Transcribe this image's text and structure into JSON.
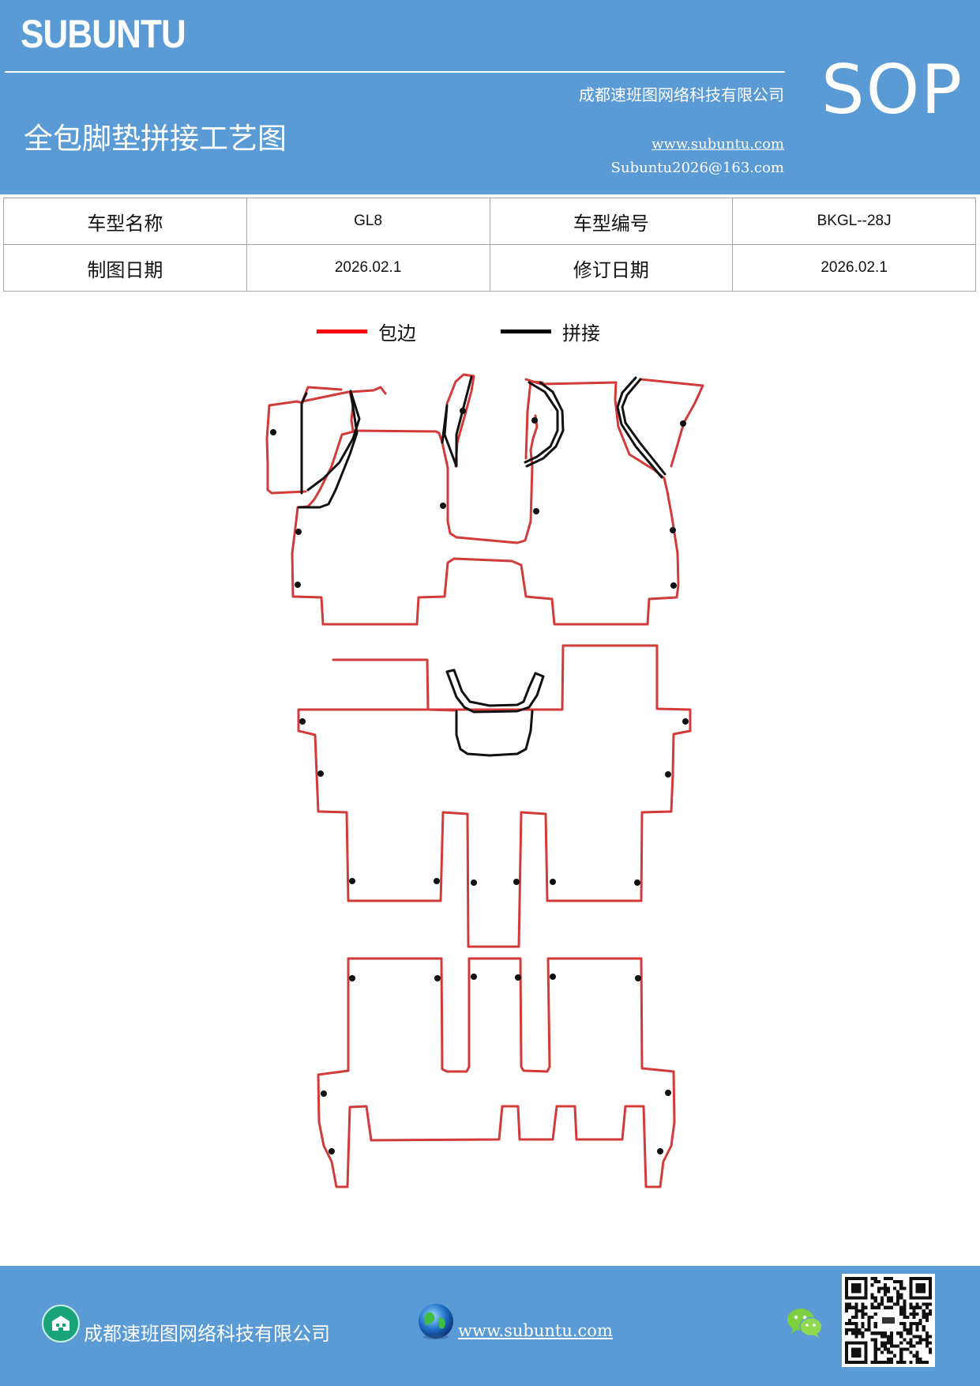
{
  "header": {
    "brand": "SUBUNTU",
    "company": "成都速班图网络科技有限公司",
    "title": "全包脚垫拼接工艺图",
    "website": "www.subuntu.com",
    "email": "Subuntu2026@163.com",
    "badge": "SOP"
  },
  "info": {
    "model_name_label": "车型名称",
    "model_name_value": "GL8",
    "model_code_label": "车型编号",
    "model_code_value": "BKGL--28J",
    "draw_date_label": "制图日期",
    "draw_date_value": "2026.02.1",
    "revise_date_label": "修订日期",
    "revise_date_value": "2026.02.1"
  },
  "legend": {
    "edge_label": "包边",
    "edge_color": "#ff0000",
    "seam_label": "拼接",
    "seam_color": "#000000"
  },
  "drawing": {
    "edge_color": "#d33a3a",
    "seam_color": "#111111"
  },
  "footer": {
    "company": "成都速班图网络科技有限公司",
    "website": "www.subuntu.com"
  },
  "colors": {
    "header_bg": "#5b9bd5",
    "footer_bg": "#5b9bd5"
  }
}
